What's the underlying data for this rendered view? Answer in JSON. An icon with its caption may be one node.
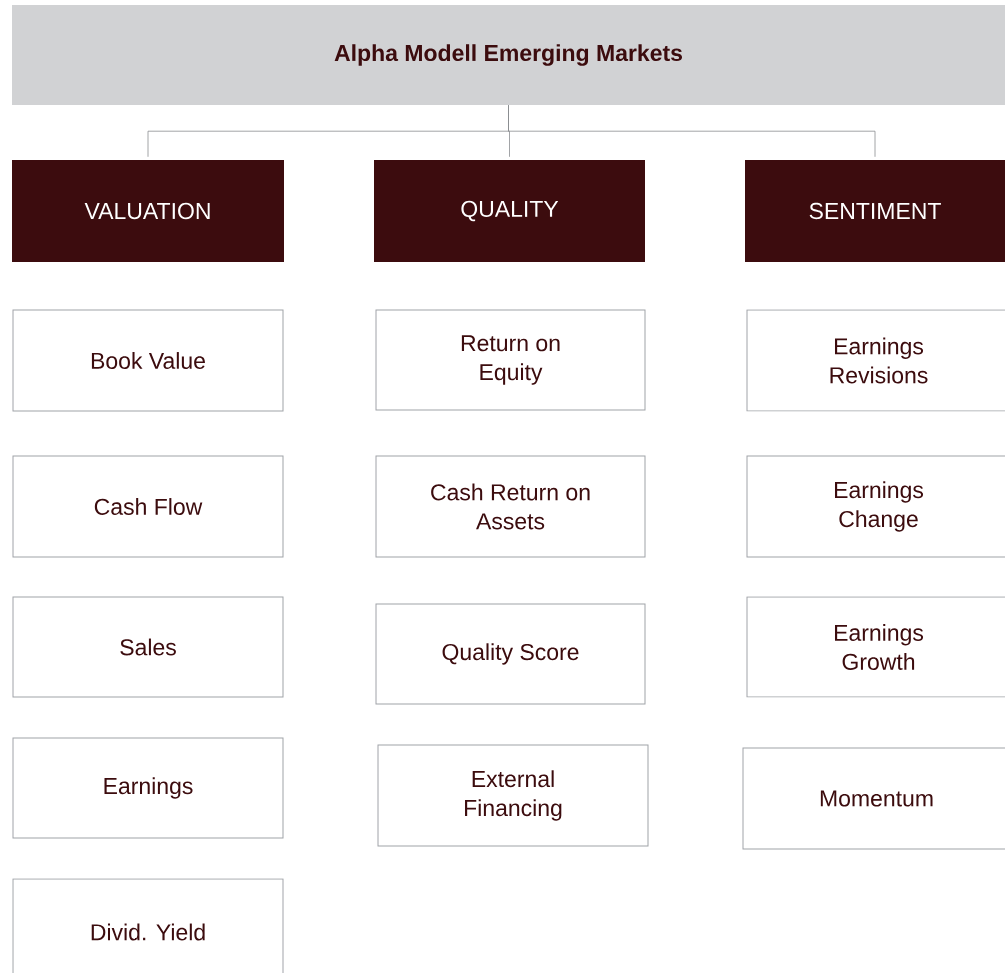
{
  "diagram": {
    "nodes": [
      {
        "text": [
          "Alpha Modell Emerging Markets"
        ]
      },
      {
        "text": [
          "VALUATION"
        ]
      },
      {
        "text": [
          "QUALITY"
        ]
      },
      {
        "text": [
          "SENTIMENT"
        ]
      },
      {
        "text": [
          "Book Value"
        ]
      },
      {
        "text": [
          "Cash Flow"
        ]
      },
      {
        "text": [
          "Sales"
        ]
      },
      {
        "text": [
          "Earnings"
        ]
      },
      {
        "text": [
          "Divid. Yield"
        ]
      },
      {
        "text": [
          "Return on Equity"
        ]
      },
      {
        "text": [
          "Cash Return on Assets"
        ]
      },
      {
        "text": [
          "Quality Score"
        ]
      },
      {
        "text": [
          "External Financing"
        ]
      },
      {
        "text": [
          "Earnings Revisions"
        ]
      },
      {
        "text": [
          "Earnings Change"
        ]
      },
      {
        "text": [
          "Earnings Growth"
        ]
      },
      {
        "text": [
          "Momentum"
        ]
      }
    ],
    "edges": [
      {
        "from": 0,
        "to": 1,
        "arrow": "none"
      },
      {
        "from": 0,
        "to": 2,
        "arrow": "none"
      },
      {
        "from": 0,
        "to": 3,
        "arrow": "none"
      }
    ]
  }
}
